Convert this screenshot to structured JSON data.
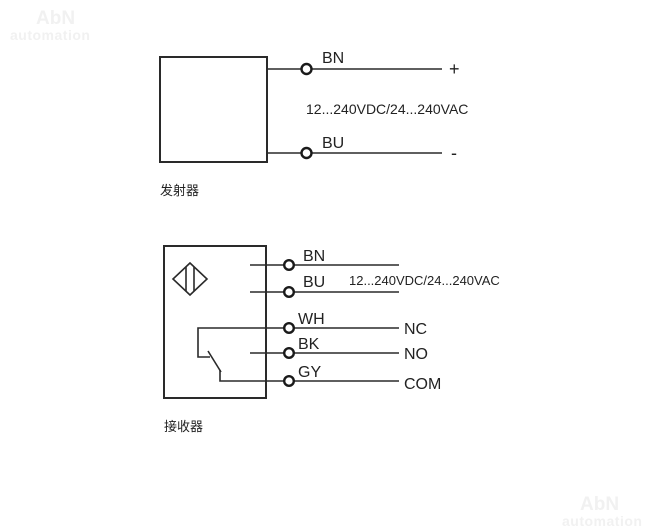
{
  "watermarks": [
    {
      "brand": "AbN",
      "sub": "automation"
    },
    {
      "brand": "AbN",
      "sub": "automation"
    }
  ],
  "emitter": {
    "caption": "发射器",
    "supply": "12...240VDC/24...240VAC",
    "wires": [
      {
        "code": "BN",
        "polarity": "+"
      },
      {
        "code": "BU",
        "polarity": "-"
      }
    ]
  },
  "receiver": {
    "caption": "接收器",
    "supply": "12...240VDC/24...240VAC",
    "wires": [
      {
        "code": "BN",
        "function": ""
      },
      {
        "code": "BU",
        "function": ""
      },
      {
        "code": "WH",
        "function": "NC"
      },
      {
        "code": "BK",
        "function": "NO"
      },
      {
        "code": "GY",
        "function": "COM"
      }
    ],
    "symbol": "through-beam-receiver-icon",
    "switch": "relay-changeover-contact"
  },
  "colors": {
    "line": "#2a2a2a",
    "background": "#ffffff",
    "watermark": "#f1f1f1"
  }
}
